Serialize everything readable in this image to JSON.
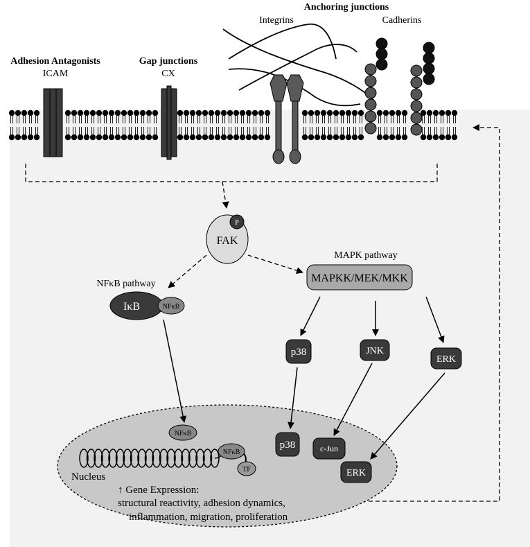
{
  "membrane": {
    "adhesion_title": "Adhesion Antagonists",
    "adhesion_sub": "ICAM",
    "gap_title": "Gap junctions",
    "gap_sub": "CX",
    "anchoring_title": "Anchoring junctions",
    "integrins": "Integrins",
    "cadherins": "Cadherins"
  },
  "signaling": {
    "fak": "FAK",
    "phospho": "P",
    "nfkb_pathway": "NFκB pathway",
    "ikb": "IκB",
    "nfkb": "NFκB",
    "mapk_pathway": "MAPK pathway",
    "mapkk": "MAPKK/MEK/MKK",
    "p38": "p38",
    "jnk": "JNK",
    "erk": "ERK"
  },
  "nucleus": {
    "label": "Nucleus",
    "nfkb_inside": "NFκB",
    "nfkb_bound": "NFκB",
    "tf": "TF",
    "p38": "p38",
    "cjun": "c-Jun",
    "erk": "ERK",
    "gene_expression": "↑ Gene Expression:",
    "effects_line1": "structural reactivity, adhesion dynamics,",
    "effects_line2": "inflammation, migration, proliferation"
  },
  "colors": {
    "cell_bg": "#f2f2f2",
    "dark": "#3a3a3a",
    "nucleus_fill": "#c8c8c8",
    "fak_fill": "#dcdcdc",
    "mapkk_fill": "#a9a9a9"
  }
}
